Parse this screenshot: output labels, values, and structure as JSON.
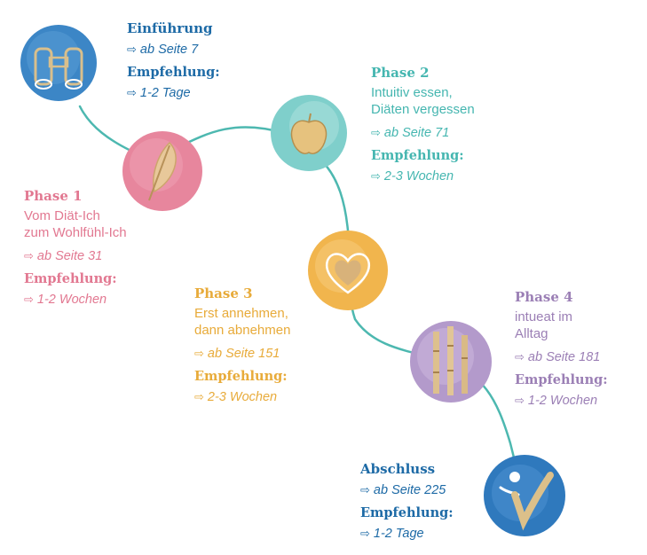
{
  "colors": {
    "intro": "#1d6aa6",
    "phase1": "#e27891",
    "phase2": "#45b6b0",
    "phase3": "#e8ab3a",
    "phase4": "#9b7fb5",
    "outro": "#1d6aa6",
    "connector": "#4db8b0",
    "gold": "#c9a66b"
  },
  "arrow_glyph": "⇨",
  "stages": {
    "intro": {
      "icon": "binoculars-icon",
      "title": "Einführung",
      "page": "ab Seite 7",
      "rec_label": "Empfehlung:",
      "rec": "1-2 Tage"
    },
    "phase1": {
      "icon": "feather-icon",
      "title": "Phase 1",
      "desc": "Vom Diät-Ich\nzum Wohlfühl-Ich",
      "page": "ab Seite 31",
      "rec_label": "Empfehlung:",
      "rec": "1-2 Wochen"
    },
    "phase2": {
      "icon": "apple-icon",
      "title": "Phase 2",
      "desc": "Intuitiv essen,\nDiäten vergessen",
      "page": "ab Seite 71",
      "rec_label": "Empfehlung:",
      "rec": "2-3 Wochen"
    },
    "phase3": {
      "icon": "heart-icon",
      "title": "Phase 3",
      "desc": "Erst annehmen,\ndann abnehmen",
      "page": "ab Seite 151",
      "rec_label": "Empfehlung:",
      "rec": "2-3 Wochen"
    },
    "phase4": {
      "icon": "bamboo-icon",
      "title": "Phase 4",
      "desc": "intueat im\nAlltag",
      "page": "ab Seite 181",
      "rec_label": "Empfehlung:",
      "rec": "1-2 Wochen"
    },
    "outro": {
      "icon": "person-checkmark-icon",
      "title": "Abschluss",
      "page": "ab Seite 225",
      "rec_label": "Empfehlung:",
      "rec": "1-2 Tage"
    }
  }
}
